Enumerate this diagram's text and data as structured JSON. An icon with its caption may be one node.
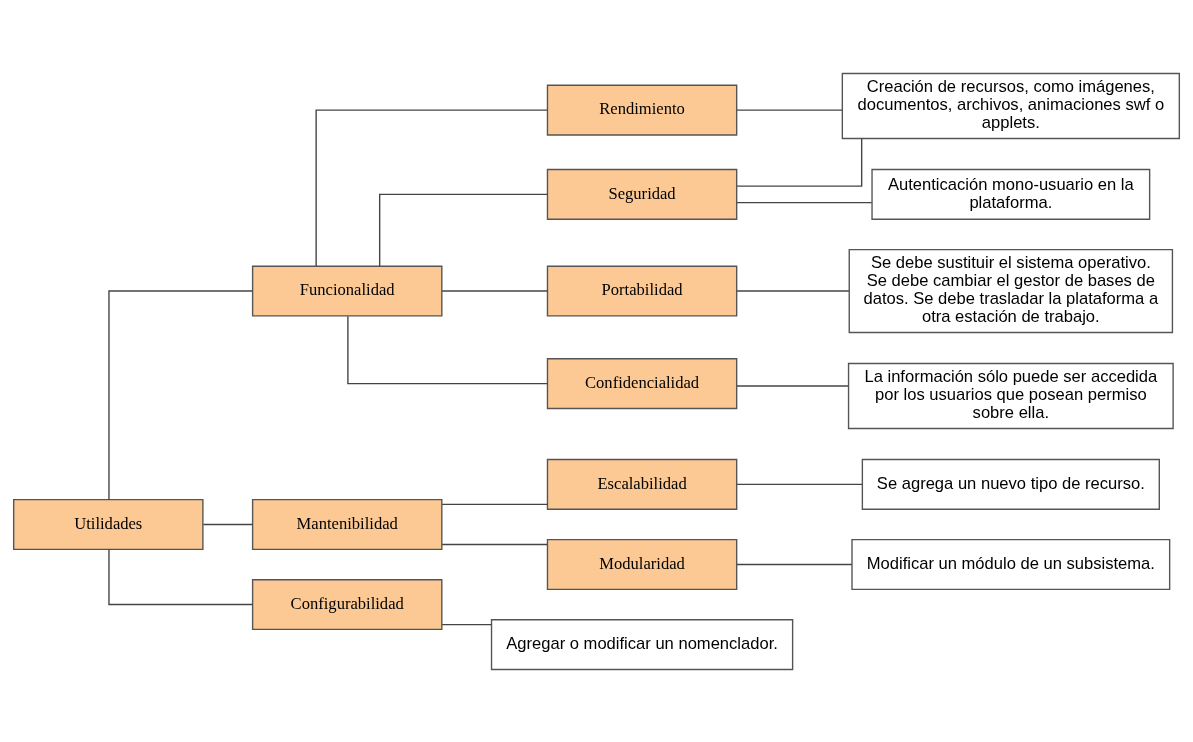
{
  "diagram": {
    "nodes": [
      {
        "text": [
          "Utilidades"
        ]
      },
      {
        "text": [
          "Funcionalidad"
        ]
      },
      {
        "text": [
          "Mantenibilidad"
        ]
      },
      {
        "text": [
          "Configurabilidad"
        ]
      },
      {
        "text": [
          "Rendimiento"
        ]
      },
      {
        "text": [
          "Seguridad"
        ]
      },
      {
        "text": [
          "Portabilidad"
        ]
      },
      {
        "text": [
          "Confidencialidad"
        ]
      },
      {
        "text": [
          "Escalabilidad"
        ]
      },
      {
        "text": [
          "Modularidad"
        ]
      },
      {
        "text": [
          "Creación de recursos, como imágenes, documentos, archivos, animaciones swf o applets."
        ]
      },
      {
        "text": [
          "Autenticación mono-usuario en la plataforma."
        ]
      },
      {
        "text": [
          "Se debe sustituir el sistema operativo. Se debe cambiar el gestor de bases de datos. Se debe trasladar la plataforma a otra estación de trabajo."
        ]
      },
      {
        "text": [
          "La información sólo puede ser accedida por los usuarios que posean permiso sobre ella."
        ]
      },
      {
        "text": [
          "Se agrega un nuevo tipo de recurso."
        ]
      },
      {
        "text": [
          "Modificar un módulo de un subsistema."
        ]
      },
      {
        "text": [
          "Agregar o modificar un nomenclador."
        ]
      }
    ],
    "edges": [
      {
        "from": 0,
        "to": 1,
        "arrow": "none"
      },
      {
        "from": 0,
        "to": 2,
        "arrow": "none"
      },
      {
        "from": 0,
        "to": 3,
        "arrow": "none"
      },
      {
        "from": 1,
        "to": 4,
        "arrow": "none"
      },
      {
        "from": 1,
        "to": 5,
        "arrow": "none"
      },
      {
        "from": 1,
        "to": 6,
        "arrow": "none"
      },
      {
        "from": 1,
        "to": 7,
        "arrow": "none"
      },
      {
        "from": 2,
        "to": 8,
        "arrow": "none"
      },
      {
        "from": 2,
        "to": 9,
        "arrow": "none"
      },
      {
        "from": 4,
        "to": 10,
        "arrow": "none"
      },
      {
        "from": 5,
        "to": 10,
        "arrow": "none"
      },
      {
        "from": 5,
        "to": 11,
        "arrow": "none"
      },
      {
        "from": 6,
        "to": 12,
        "arrow": "none"
      },
      {
        "from": 7,
        "to": 13,
        "arrow": "none"
      },
      {
        "from": 8,
        "to": 14,
        "arrow": "none"
      },
      {
        "from": 9,
        "to": 15,
        "arrow": "none"
      },
      {
        "from": 3,
        "to": 16,
        "arrow": "none"
      }
    ]
  }
}
